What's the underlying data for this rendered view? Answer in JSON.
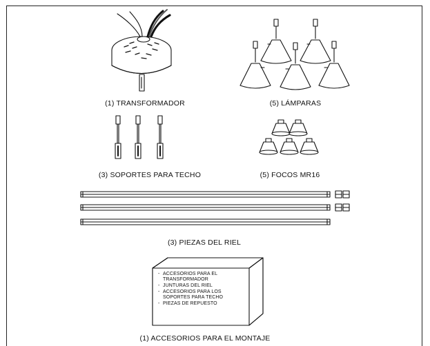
{
  "labels": {
    "transformer": "(1) TRANSFORMADOR",
    "lamps": "(5) LÁMPARAS",
    "supports": "(3) SOPORTES PARA TECHO",
    "bulbs": "(5) FOCOS MR16",
    "rails": "(3) PIEZAS DEL RIEL",
    "kit": "(1) ACCESORIOS PARA EL MONTAJE"
  },
  "kit_contents": [
    "ACCESORIOS PARA EL TRANSFORMADOR",
    "JUNTURAS DEL RIEL",
    "ACCESORIOS PARA LOS SOPORTES PARA TECHO",
    "PIEZAS DE REPUESTO"
  ]
}
